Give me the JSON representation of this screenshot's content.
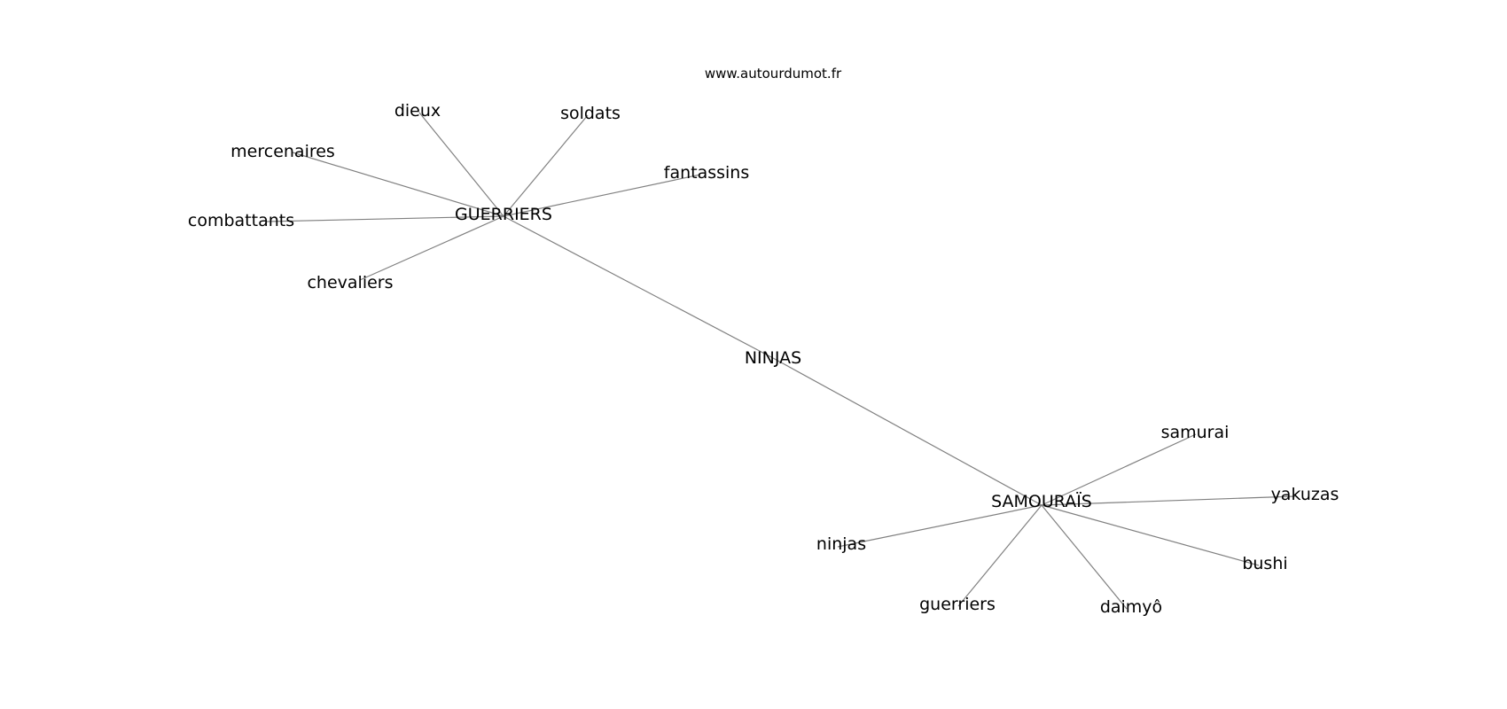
{
  "watermark": "www.autourdumot.fr",
  "graph": {
    "nodes": [
      {
        "id": "ninjas-center",
        "label": "NINJAS"
      },
      {
        "id": "guerriers-hub",
        "label": "GUERRIERS"
      },
      {
        "id": "samourais-hub",
        "label": "SAMOURAÏS"
      },
      {
        "id": "dieux",
        "label": "dieux"
      },
      {
        "id": "soldats",
        "label": "soldats"
      },
      {
        "id": "mercenaires",
        "label": "mercenaires"
      },
      {
        "id": "fantassins",
        "label": "fantassins"
      },
      {
        "id": "combattants",
        "label": "combattants"
      },
      {
        "id": "chevaliers",
        "label": "chevaliers"
      },
      {
        "id": "samurai",
        "label": "samurai"
      },
      {
        "id": "yakuzas",
        "label": "yakuzas"
      },
      {
        "id": "bushi",
        "label": "bushi"
      },
      {
        "id": "ninjas",
        "label": "ninjas"
      },
      {
        "id": "guerriers",
        "label": "guerriers"
      },
      {
        "id": "daimyo",
        "label": "daimyô"
      }
    ],
    "edges": [
      [
        "guerriers-hub",
        "ninjas-center"
      ],
      [
        "ninjas-center",
        "samourais-hub"
      ],
      [
        "guerriers-hub",
        "dieux"
      ],
      [
        "guerriers-hub",
        "soldats"
      ],
      [
        "guerriers-hub",
        "mercenaires"
      ],
      [
        "guerriers-hub",
        "fantassins"
      ],
      [
        "guerriers-hub",
        "combattants"
      ],
      [
        "guerriers-hub",
        "chevaliers"
      ],
      [
        "samourais-hub",
        "samurai"
      ],
      [
        "samourais-hub",
        "yakuzas"
      ],
      [
        "samourais-hub",
        "bushi"
      ],
      [
        "samourais-hub",
        "ninjas"
      ],
      [
        "samourais-hub",
        "guerriers"
      ],
      [
        "samourais-hub",
        "daimyo"
      ]
    ]
  }
}
